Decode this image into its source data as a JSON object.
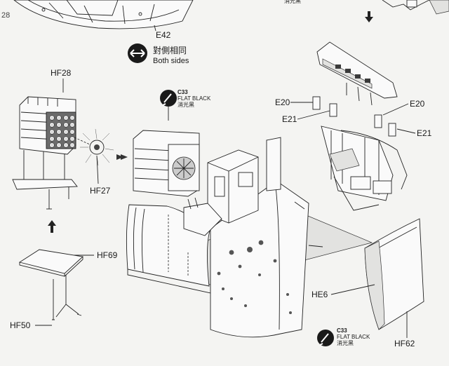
{
  "page": {
    "number": "28"
  },
  "labels": {
    "e42": "E42",
    "hf28": "HF28",
    "hf27": "HF27",
    "hf69": "HF69",
    "hf50": "HF50",
    "e20_left": "E20",
    "e21_left": "E21",
    "e20_right": "E20",
    "e21_right": "E21",
    "he6": "HE6",
    "hf62": "HF62"
  },
  "both_sides": {
    "chinese": "對側相同",
    "english": "Both sides"
  },
  "paint_callouts": [
    {
      "code": "C33",
      "name_en": "FLAT BLACK",
      "name_cn": "消光黑"
    },
    {
      "code": "C33",
      "name_en": "FLAT BLACK",
      "name_cn": "消光黑"
    }
  ]
}
